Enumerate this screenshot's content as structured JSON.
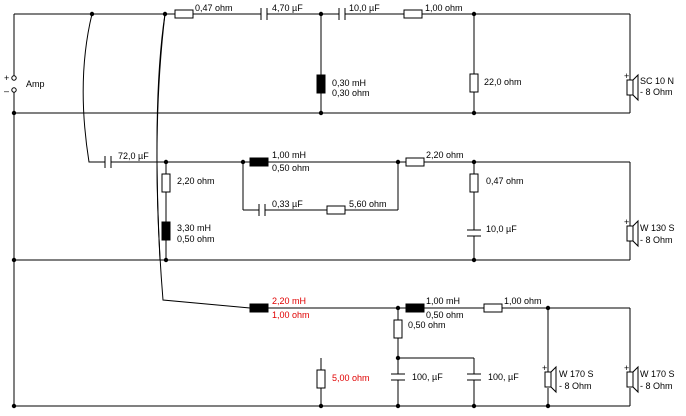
{
  "amp": {
    "label": "Amp",
    "plus": "+",
    "minus": "–"
  },
  "top": {
    "r1": "0,47 ohm",
    "c1": "4,70 µF",
    "c2": "10,0 µF",
    "r2": "1,00 ohm",
    "l1": "0,30 mH",
    "l1r": "0,30 ohm",
    "r3": "22,0 ohm",
    "spk": "SC 10 N",
    "spk_imp": "- 8 Ohm"
  },
  "mid": {
    "c_in": "72,0 µF",
    "r_sh": "2,20 ohm",
    "l_sh": "3,30 mH",
    "l_shr": "0,50 ohm",
    "l1": "1,00 mH",
    "l1r": "0,50 ohm",
    "c_par": "0,33 µF",
    "r_par": "5,60 ohm",
    "r_ser": "2,20 ohm",
    "r_shunt": "0,47 ohm",
    "c_shunt": "10,0 µF",
    "spk": "W 130 S",
    "spk_imp": "- 8 Ohm"
  },
  "bot": {
    "l1": "2,20 mH",
    "l1r": "1,00 ohm",
    "r_left": "5,00 ohm",
    "l2": "1,00 mH",
    "l2r": "0,50 ohm",
    "r_mid": "0,50 ohm",
    "c1": "100, µF",
    "c2": "100, µF",
    "r_ser": "1,00 ohm",
    "spk1": "W 170 S",
    "spk1_imp": "- 8 Ohm",
    "spk2": "W 170 S",
    "spk2_imp": "- 8 Ohm"
  },
  "colors": {
    "highlight": "#e00000",
    "wire": "#000000"
  }
}
